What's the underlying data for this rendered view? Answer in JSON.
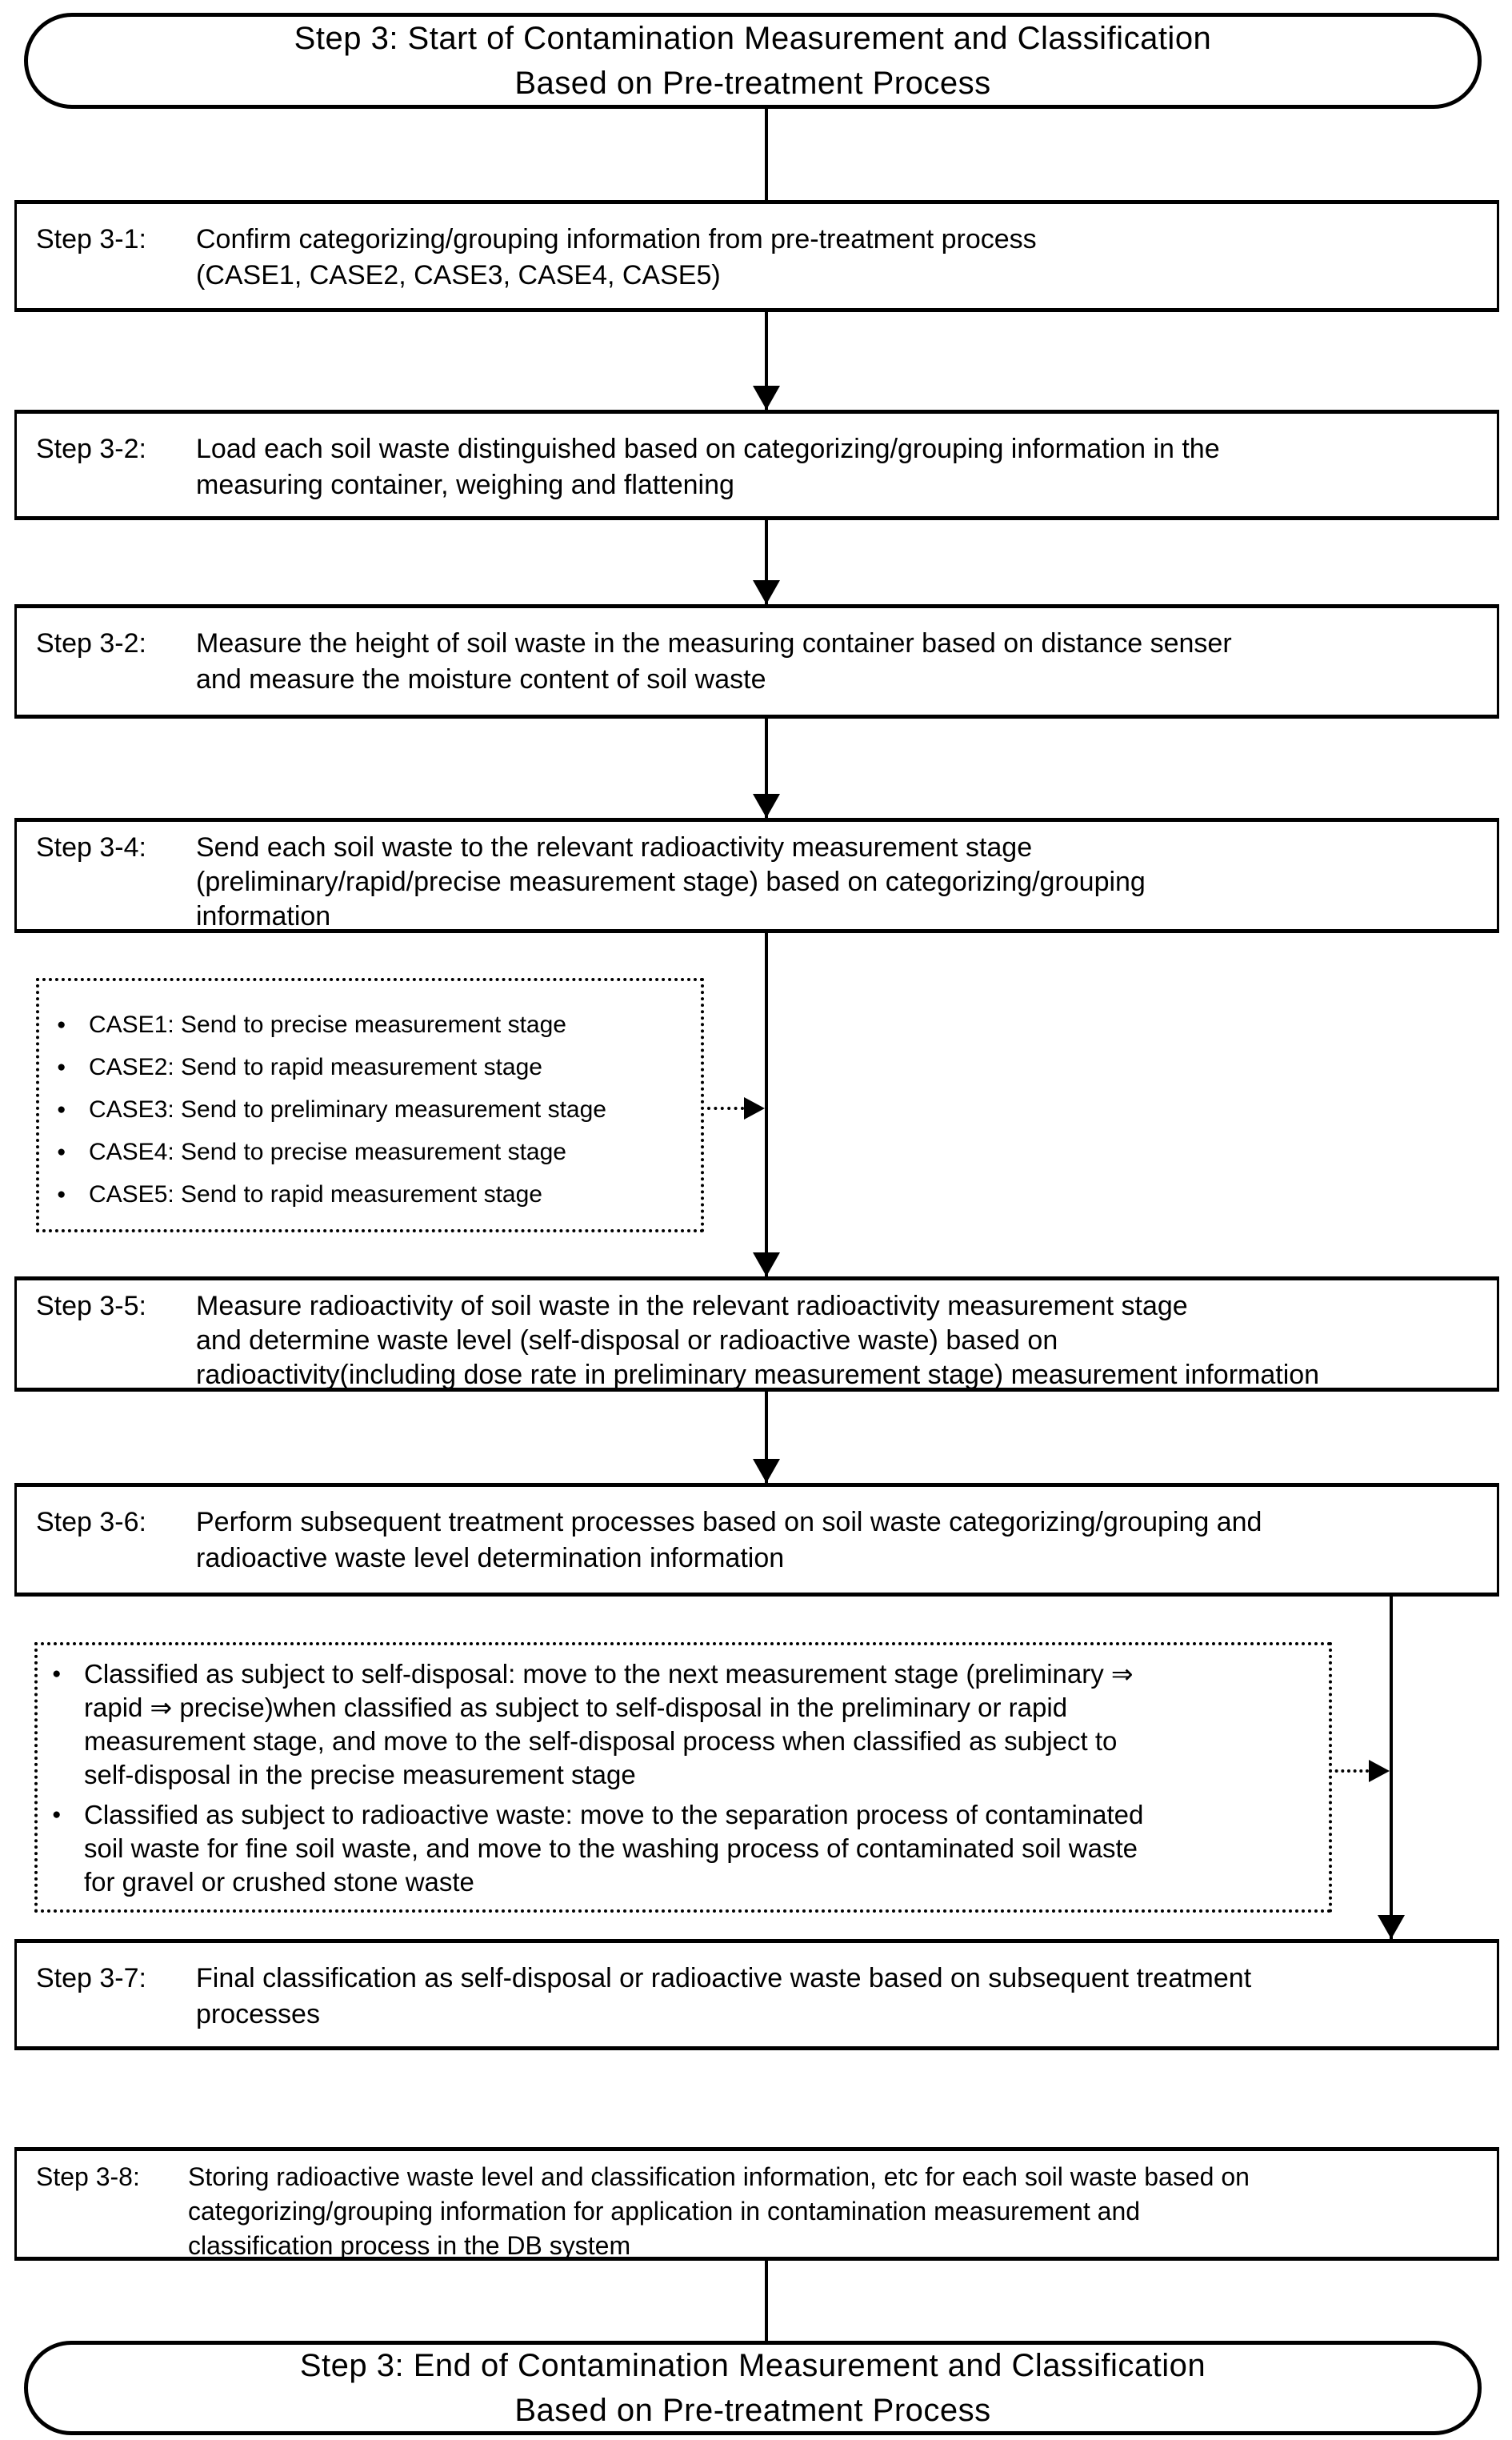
{
  "diagram": {
    "start": {
      "text": "Step 3: Start of Contamination Measurement and Classification\nBased on Pre-treatment Process"
    },
    "end": {
      "text": "Step 3: End of Contamination Measurement and Classification\nBased on Pre-treatment Process"
    },
    "steps": [
      {
        "label": "Step 3-1:",
        "text": "Confirm categorizing/grouping information from pre-treatment process\n(CASE1, CASE2, CASE3, CASE4, CASE5)"
      },
      {
        "label": "Step 3-2:",
        "text": "Load each soil waste distinguished based on categorizing/grouping information in the\nmeasuring container, weighing and flattening"
      },
      {
        "label": "Step 3-2:",
        "text": "Measure the height of soil waste in the measuring container based on distance senser\nand measure the moisture content of soil waste"
      },
      {
        "label": "Step 3-4:",
        "text": "Send each soil waste to the relevant radioactivity measurement stage\n(preliminary/rapid/precise measurement stage) based on categorizing/grouping\ninformation"
      },
      {
        "label": "Step 3-5:",
        "text": "Measure radioactivity of soil waste in the relevant radioactivity measurement stage\nand determine waste level (self-disposal or radioactive waste) based on\nradioactivity(including dose rate in preliminary measurement stage) measurement information"
      },
      {
        "label": "Step 3-6:",
        "text": "Perform subsequent treatment processes based on soil waste categorizing/grouping and\nradioactive waste level determination information"
      },
      {
        "label": "Step 3-7:",
        "text": "Final classification as self-disposal or radioactive waste based on subsequent treatment\nprocesses"
      },
      {
        "label": "Step 3-8:",
        "text": "Storing radioactive waste level and classification information, etc for each soil waste based on\ncategorizing/grouping information for application in contamination measurement and\nclassification process in the DB system"
      }
    ],
    "case_note": {
      "bullet": "●",
      "items": [
        "CASE1: Send to precise measurement stage",
        "CASE2: Send to rapid measurement stage",
        "CASE3: Send to preliminary measurement stage",
        "CASE4: Send to precise measurement stage",
        "CASE5: Send to rapid measurement stage"
      ]
    },
    "classification_note": {
      "bullet": "●",
      "items": [
        "Classified as subject to self-disposal: move to the next measurement stage (preliminary ⇒\nrapid ⇒ precise)when classified as subject to self-disposal in the preliminary or rapid\nmeasurement stage, and move to the self-disposal process when classified as subject to\nself-disposal in the precise measurement stage",
        "Classified as subject to radioactive waste: move to the separation process of contaminated\nsoil waste for fine soil waste, and move to the washing process of contaminated soil waste\nfor gravel or crushed stone waste"
      ]
    }
  }
}
